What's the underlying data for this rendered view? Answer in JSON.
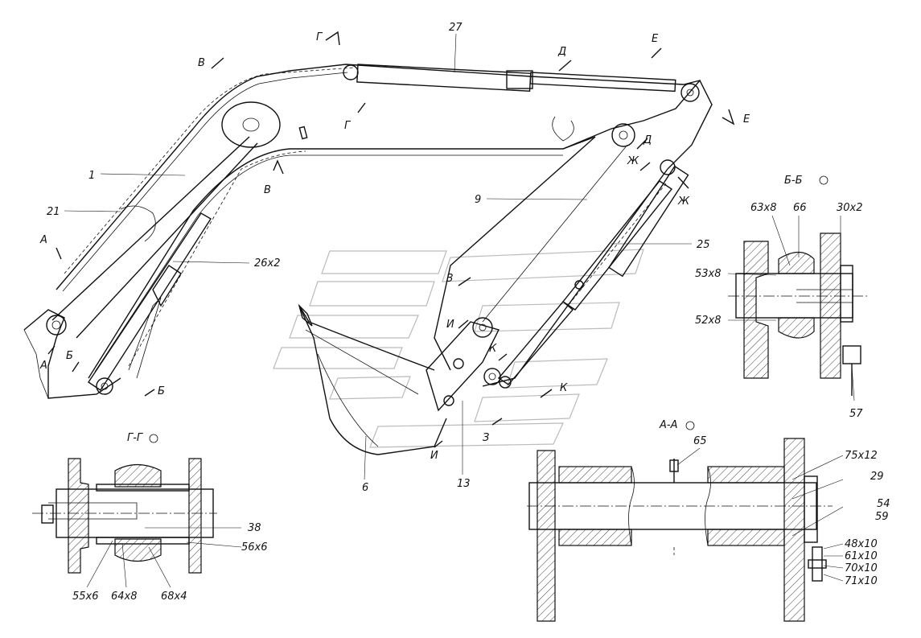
{
  "main_view": {
    "labels": {
      "boom": "1",
      "boom_hose": "21",
      "boom_cylinders": "26x2",
      "arm_cylinder": "27",
      "arm": "9",
      "bucket_cylinder": "25",
      "bucket": "6",
      "linkage": "13"
    },
    "section_marks": {
      "A": "А",
      "B": "Б",
      "V": "В",
      "G": "Г",
      "D": "Д",
      "E": "Е",
      "Zh": "Ж",
      "Z": "З",
      "I": "И",
      "K": "К"
    }
  },
  "section_bb": {
    "title": "Б-Б",
    "labels": [
      "63x8",
      "66",
      "30x2",
      "53x8",
      "52x8",
      "57"
    ]
  },
  "section_gg": {
    "title": "Г-Г",
    "labels": [
      "38",
      "56x6",
      "55x6",
      "64x8",
      "68x4"
    ]
  },
  "section_aa": {
    "title": "А-А",
    "labels": [
      "65",
      "75x12",
      "29",
      "54",
      "59",
      "48x10",
      "61x10",
      "70x10",
      "71x10"
    ]
  }
}
